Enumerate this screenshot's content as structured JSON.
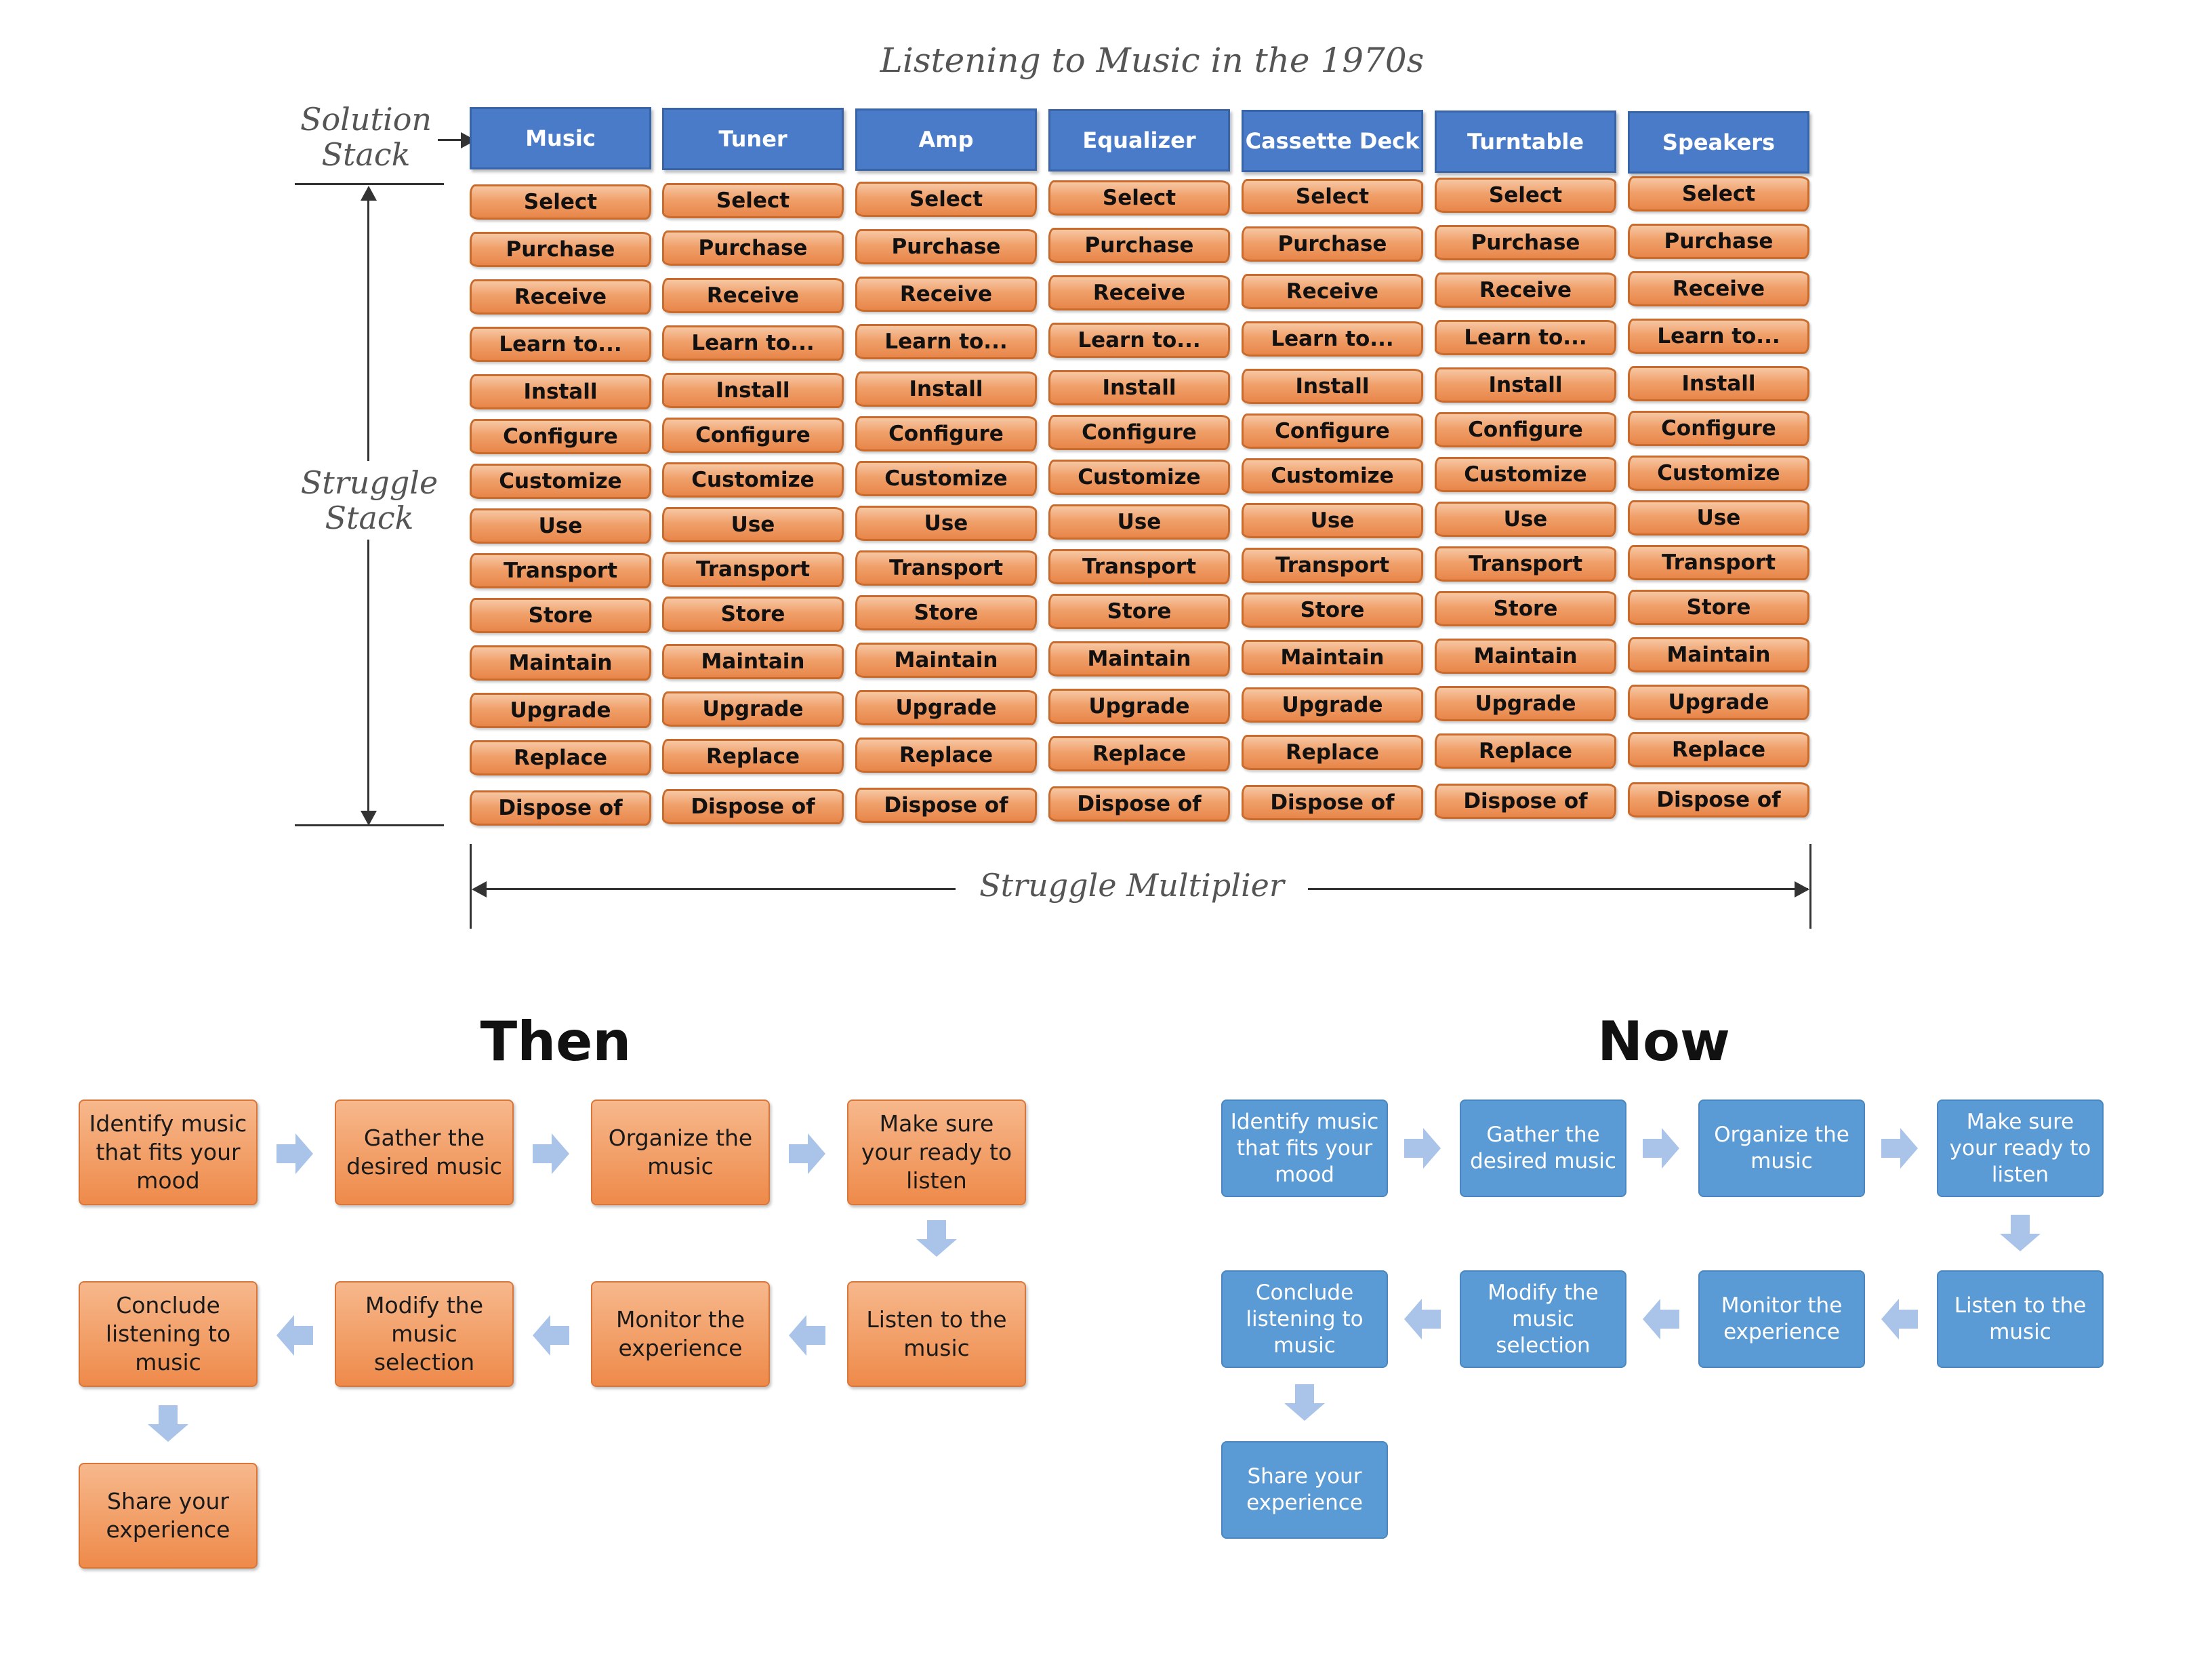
{
  "top_diagram": {
    "title": "Listening to Music in the 1970s",
    "solution_stack_label": "Solution Stack",
    "struggle_stack_label": "Struggle Stack",
    "struggle_multiplier_label": "Struggle Multiplier",
    "columns": [
      "Music",
      "Tuner",
      "Amp",
      "Equalizer",
      "Cassette Deck",
      "Turntable",
      "Speakers"
    ],
    "rows": [
      "Select",
      "Purchase",
      "Receive",
      "Learn to...",
      "Install",
      "Configure",
      "Customize",
      "Use",
      "Transport",
      "Store",
      "Maintain",
      "Upgrade",
      "Replace",
      "Dispose of"
    ]
  },
  "then": {
    "title": "Then",
    "steps": [
      "Identify music that fits your mood",
      "Gather the desired music",
      "Organize the music",
      "Make sure your ready to listen",
      "Listen to the music",
      "Monitor the experience",
      "Modify the music selection",
      "Conclude listening to music",
      "Share your experience"
    ],
    "color": "#ee8a4a"
  },
  "now": {
    "title": "Now",
    "steps": [
      "Identify music that fits your mood",
      "Gather the desired music",
      "Organize the music",
      "Make sure your ready to listen",
      "Listen to the music",
      "Monitor the experience",
      "Modify the music selection",
      "Conclude listening to music",
      "Share your experience"
    ],
    "color": "#5b9bd5",
    "arrow_color": "#a9c4e8"
  }
}
